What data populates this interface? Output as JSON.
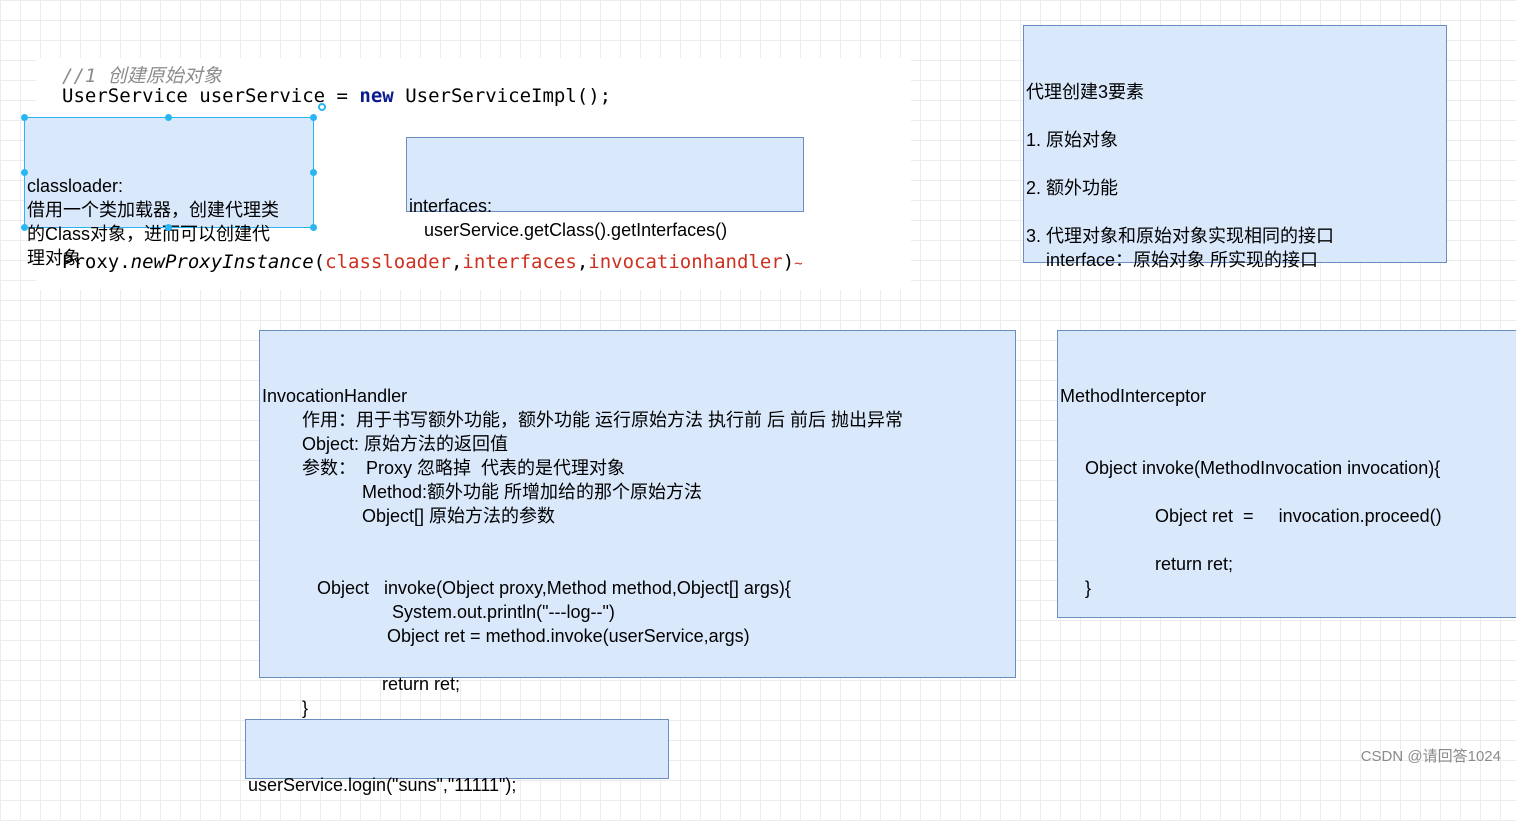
{
  "code": {
    "comment": "//1 创建原始对象",
    "line1_a": "UserService userService = ",
    "line1_kw": "new",
    "line1_b": " UserServiceImpl();",
    "proxy_prefix": "Proxy.",
    "proxy_method": "newProxyInstance",
    "proxy_open": "(",
    "arg1": "classloader",
    "comma": ",",
    "arg2": "interfaces",
    "arg3": "invocationhandler",
    "proxy_close": ")",
    "squiggle": "~"
  },
  "classloader_box": {
    "text": "classloader:\n借用一个类加载器，创建代理类\n的Class对象，进而可以创建代\n理对象"
  },
  "interfaces_box": {
    "text": "interfaces:\n   userService.getClass().getInterfaces()"
  },
  "elements_box": {
    "text": "代理创建3要素\n\n1. 原始对象\n\n2. 额外功能\n\n3. 代理对象和原始对象实现相同的接口\n    interface：原始对象 所实现的接口"
  },
  "invocation_box": {
    "text": "InvocationHandler\n        作用：用于书写额外功能，额外功能 运行原始方法 执行前 后 前后 抛出异常\n        Object: 原始方法的返回值\n        参数：  Proxy 忽略掉  代表的是代理对象\n                    Method:额外功能 所增加给的那个原始方法\n                    Object[] 原始方法的参数\n\n\n           Object   invoke(Object proxy,Method method,Object[] args){\n                          System.out.println(\"---log--\")\n                         Object ret = method.invoke(userService,args)\n\n                        return ret;\n        }"
  },
  "interceptor_box": {
    "text": "MethodInterceptor\n\n\n     Object invoke(MethodInvocation invocation){\n\n                   Object ret  =     invocation.proceed()\n\n                   return ret;\n     }"
  },
  "login_box": {
    "text": "userService.login(\"suns\",\"11111\");"
  },
  "watermark": "CSDN @请回答1024"
}
